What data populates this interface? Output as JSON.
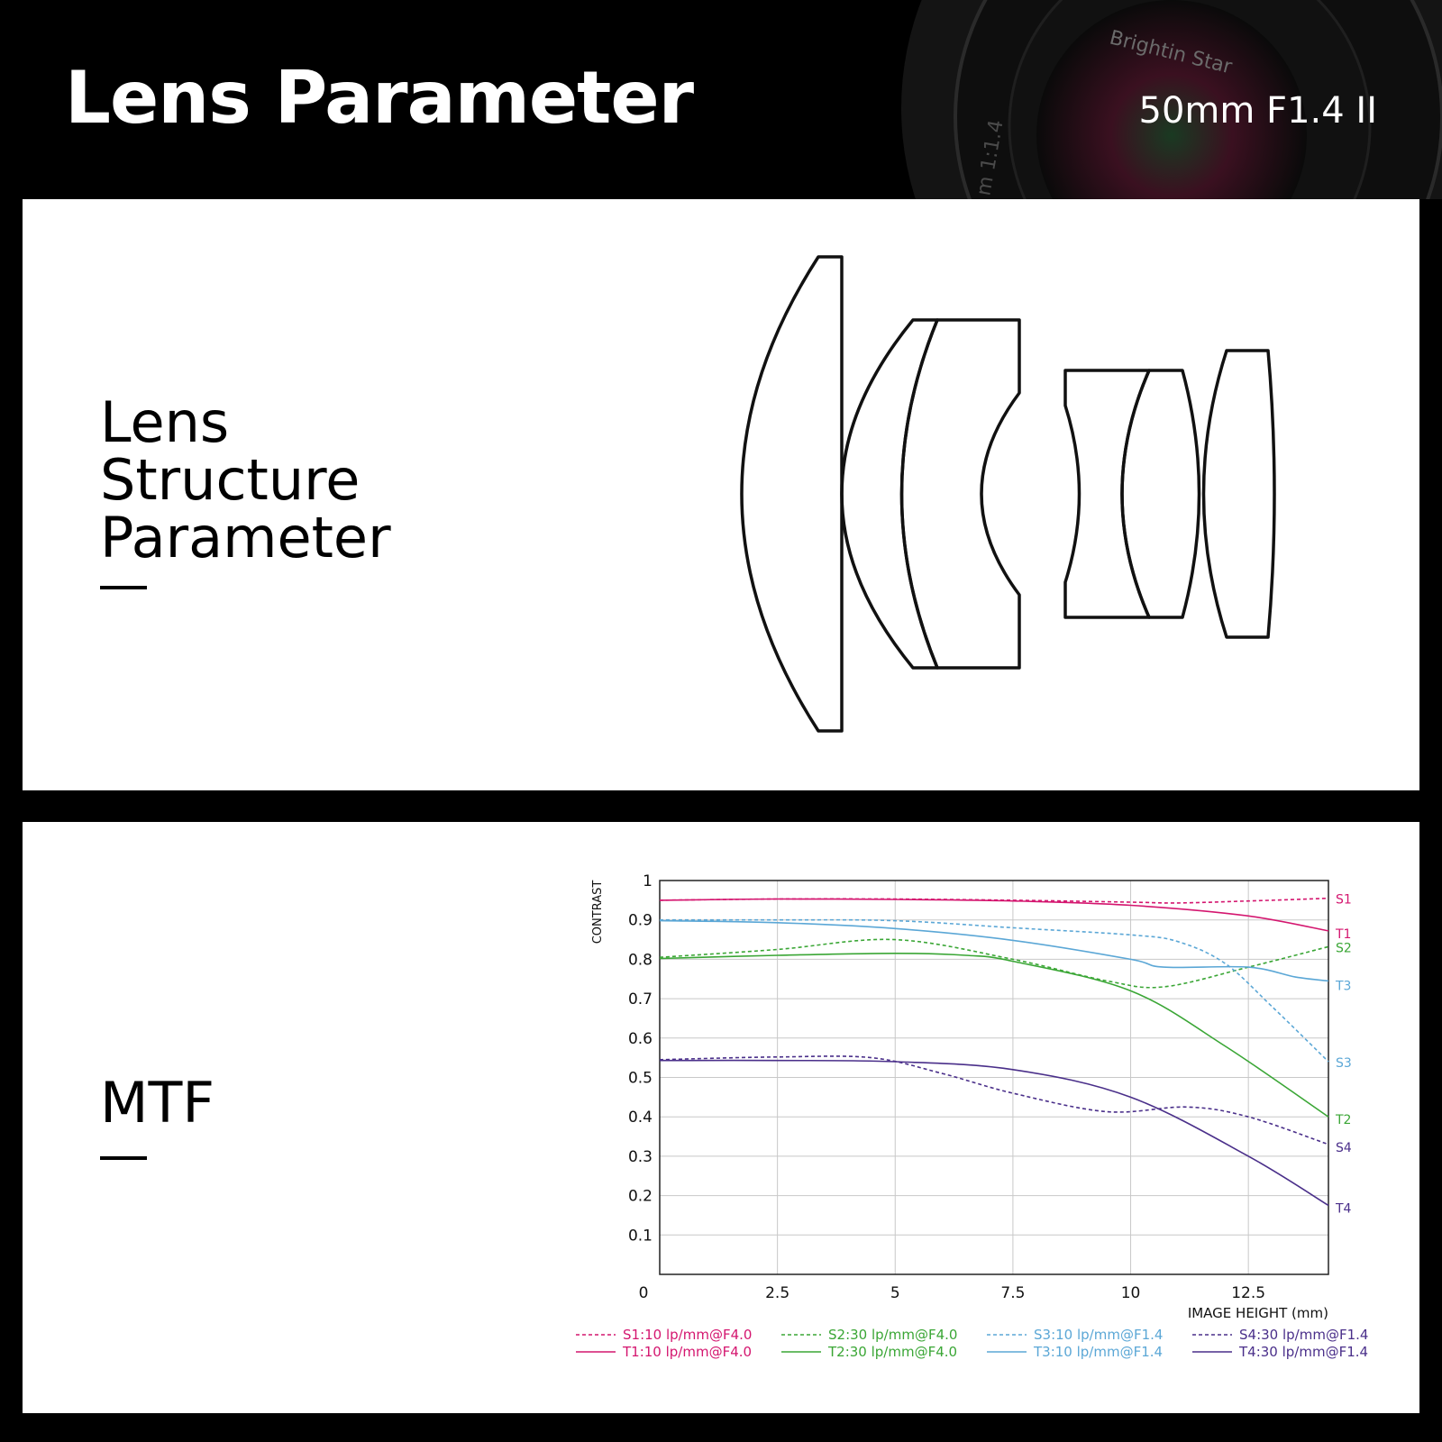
{
  "header": {
    "title": "Lens Parameter",
    "model": "50mm F1.4 II",
    "photo_texts": {
      "brand": "Brightin Star",
      "ratio": "m 1:1.4"
    }
  },
  "lens_structure": {
    "title_lines": [
      "Lens",
      "Structure",
      "Parameter"
    ]
  },
  "mtf": {
    "title": "MTF"
  },
  "chart_data": {
    "type": "line",
    "ylabel": "CONTRAST",
    "xlabel": "IMAGE HEIGHT  (mm)",
    "xlim": [
      0,
      14.2
    ],
    "ylim": [
      0,
      1
    ],
    "x_ticks": [
      "0",
      "2.5",
      "5",
      "7.5",
      "10",
      "12.5"
    ],
    "y_ticks": [
      "0.1",
      "0.2",
      "0.3",
      "0.4",
      "0.5",
      "0.6",
      "0.7",
      "0.8",
      "0.9",
      "1"
    ],
    "grid": true,
    "legend_position": "bottom",
    "series": [
      {
        "name": "S1:10 lp/mm@F4.0",
        "end_label": "S1",
        "color": "#d4166f",
        "dashed": true,
        "points": [
          [
            0,
            0.95
          ],
          [
            2.5,
            0.953
          ],
          [
            5,
            0.953
          ],
          [
            7.5,
            0.95
          ],
          [
            10,
            0.945
          ],
          [
            11,
            0.943
          ],
          [
            12.5,
            0.948
          ],
          [
            14.2,
            0.955
          ]
        ]
      },
      {
        "name": "T1:10 lp/mm@F4.0",
        "end_label": "T1",
        "color": "#d4166f",
        "dashed": false,
        "points": [
          [
            0,
            0.95
          ],
          [
            2.5,
            0.953
          ],
          [
            5,
            0.952
          ],
          [
            7.5,
            0.948
          ],
          [
            10,
            0.937
          ],
          [
            12.5,
            0.91
          ],
          [
            14.2,
            0.872
          ]
        ]
      },
      {
        "name": "S2:30 lp/mm@F4.0",
        "end_label": "S2",
        "color": "#3aa635",
        "dashed": true,
        "points": [
          [
            0,
            0.805
          ],
          [
            2.5,
            0.825
          ],
          [
            5,
            0.85
          ],
          [
            7.5,
            0.8
          ],
          [
            9.5,
            0.745
          ],
          [
            10.7,
            0.73
          ],
          [
            12.5,
            0.78
          ],
          [
            14.2,
            0.832
          ]
        ]
      },
      {
        "name": "T2:30 lp/mm@F4.0",
        "end_label": "T2",
        "color": "#3aa635",
        "dashed": false,
        "points": [
          [
            0,
            0.802
          ],
          [
            2.5,
            0.81
          ],
          [
            5,
            0.815
          ],
          [
            6.5,
            0.81
          ],
          [
            7.5,
            0.795
          ],
          [
            10,
            0.72
          ],
          [
            12,
            0.58
          ],
          [
            14.2,
            0.4
          ]
        ]
      },
      {
        "name": "S3:10 lp/mm@F1.4",
        "end_label": "S3",
        "color": "#5ba7d6",
        "dashed": true,
        "points": [
          [
            0,
            0.9
          ],
          [
            2.5,
            0.9
          ],
          [
            5,
            0.898
          ],
          [
            7.5,
            0.88
          ],
          [
            10,
            0.862
          ],
          [
            11,
            0.845
          ],
          [
            12,
            0.79
          ],
          [
            13,
            0.68
          ],
          [
            14.2,
            0.54
          ]
        ]
      },
      {
        "name": "T3:10 lp/mm@F1.4",
        "end_label": "T3",
        "color": "#5ba7d6",
        "dashed": false,
        "points": [
          [
            0,
            0.898
          ],
          [
            2.5,
            0.893
          ],
          [
            5,
            0.878
          ],
          [
            7.5,
            0.848
          ],
          [
            10,
            0.8
          ],
          [
            10.7,
            0.78
          ],
          [
            12.5,
            0.78
          ],
          [
            13.5,
            0.755
          ],
          [
            14.2,
            0.745
          ]
        ]
      },
      {
        "name": "S4:30 lp/mm@F1.4",
        "end_label": "S4",
        "color": "#4a2f8a",
        "dashed": true,
        "points": [
          [
            0,
            0.545
          ],
          [
            2.5,
            0.552
          ],
          [
            4.5,
            0.55
          ],
          [
            6,
            0.51
          ],
          [
            7.5,
            0.46
          ],
          [
            9.5,
            0.413
          ],
          [
            11.2,
            0.425
          ],
          [
            12.5,
            0.4
          ],
          [
            14.2,
            0.33
          ]
        ]
      },
      {
        "name": "T4:30 lp/mm@F1.4",
        "end_label": "T4",
        "color": "#4a2f8a",
        "dashed": false,
        "points": [
          [
            0,
            0.543
          ],
          [
            2.5,
            0.543
          ],
          [
            5,
            0.54
          ],
          [
            7.5,
            0.52
          ],
          [
            10,
            0.45
          ],
          [
            12.5,
            0.3
          ],
          [
            14.2,
            0.175
          ]
        ]
      }
    ]
  }
}
